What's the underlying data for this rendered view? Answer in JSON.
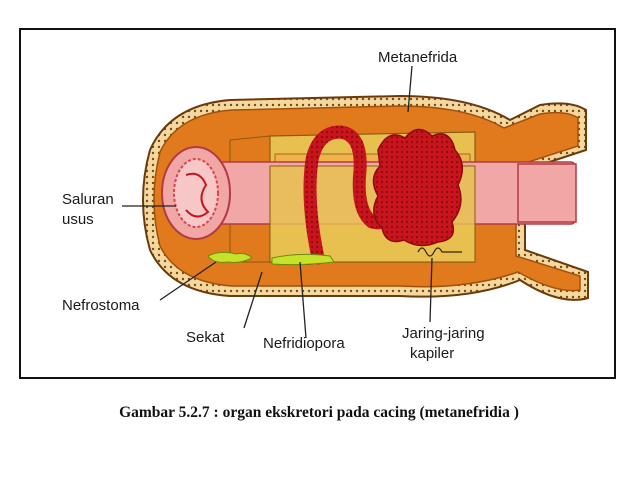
{
  "labels": {
    "metanefrida": "Metanefrida",
    "saluran": "Saluran",
    "usus": "usus",
    "nefrostoma": "Nefrostoma",
    "sekat": "Sekat",
    "nefridiopora": "Nefridiopora",
    "jaring": "Jaring-jaring",
    "kapiler": "kapiler"
  },
  "caption": "Gambar 5.2.7 : organ ekskretori pada cacing (metanefridia )",
  "colors": {
    "body_orange": "#e07a1c",
    "body_dark": "#b85a10",
    "inner_light": "#f0b24a",
    "gut_pink": "#f2a7a7",
    "gut_red": "#d9434c",
    "tubule_red": "#c8141c",
    "sekat_green": "#c6e32a",
    "chamber_yellow": "#e8c050"
  }
}
